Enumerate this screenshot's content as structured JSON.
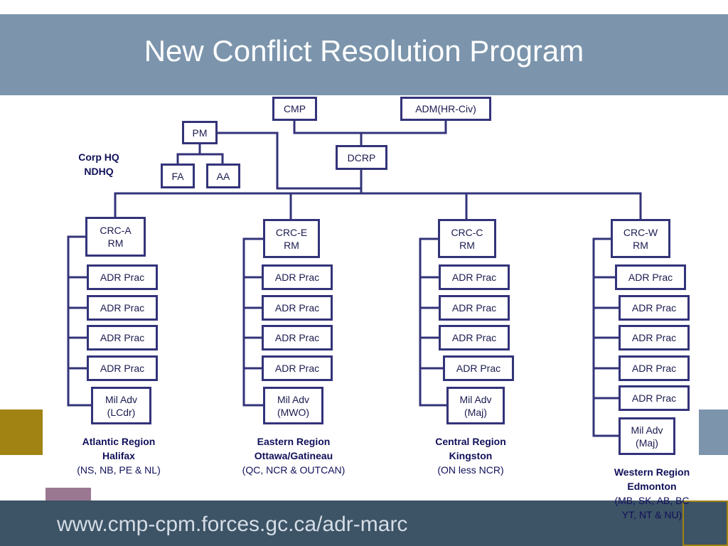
{
  "title": "New Conflict Resolution Program",
  "footer_url": "www.cmp-cpm.forces.gc.ca/adr-marc",
  "colors": {
    "title_band": "#7c95ad",
    "footer_band": "#3d5366",
    "box_border": "#33337a",
    "text": "#10105a"
  },
  "corp_hq": {
    "line1": "Corp HQ",
    "line2": "NDHQ"
  },
  "top_nodes": {
    "cmp": "CMP",
    "adm": "ADM(HR-Civ)",
    "pm": "PM",
    "dcrp": "DCRP",
    "fa": "FA",
    "aa": "AA"
  },
  "regions": [
    {
      "head": "CRC-A\nRM",
      "members": [
        "ADR Prac",
        "ADR Prac",
        "ADR Prac",
        "ADR Prac"
      ],
      "mil_adv": "Mil Adv\n(LCdr)",
      "name": "Atlantic Region",
      "city": "Halifax",
      "area": "(NS, NB, PE & NL)"
    },
    {
      "head": "CRC-E\nRM",
      "members": [
        "ADR Prac",
        "ADR Prac",
        "ADR Prac",
        "ADR Prac"
      ],
      "mil_adv": "Mil Adv\n(MWO)",
      "name": "Eastern Region",
      "city": "Ottawa/Gatineau",
      "area": "(QC, NCR & OUTCAN)"
    },
    {
      "head": "CRC-C\nRM",
      "members": [
        "ADR Prac",
        "ADR Prac",
        "ADR Prac",
        "ADR Prac"
      ],
      "mil_adv": "Mil Adv\n(Maj)",
      "name": "Central Region",
      "city": "Kingston",
      "area": "(ON less NCR)"
    },
    {
      "head": "CRC-W\nRM",
      "members": [
        "ADR Prac",
        "ADR Prac",
        "ADR Prac",
        "ADR Prac",
        "ADR Prac"
      ],
      "mil_adv": "Mil Adv\n(Maj)",
      "name": "Western Region",
      "city": "Edmonton",
      "area": "(MB, SK, AB, BC",
      "area2": "YT, NT & NU)"
    }
  ]
}
